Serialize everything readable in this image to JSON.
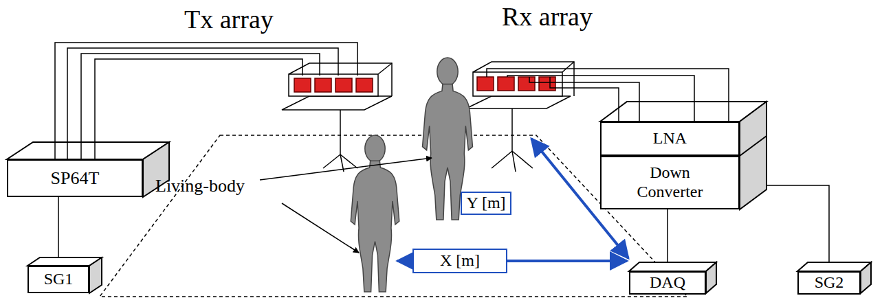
{
  "diagram": {
    "nodes": [
      {
        "text": [
          "SP64T"
        ]
      },
      {
        "text": [
          "SG1"
        ]
      },
      {
        "text": [
          "LNA"
        ]
      },
      {
        "text": [
          "Down Converter"
        ]
      },
      {
        "text": [
          "DAQ"
        ]
      },
      {
        "text": [
          "SG2"
        ]
      },
      {
        "text": [
          "Y [m]"
        ]
      },
      {
        "text": [
          "X [m]"
        ]
      }
    ],
    "edges": [
      {
        "from": 0,
        "to": 1,
        "arrow": "none"
      },
      {
        "from": 3,
        "to": 4,
        "arrow": "none"
      },
      {
        "from": 3,
        "to": 5,
        "arrow": "none"
      }
    ],
    "labels": [
      "Tx array",
      "Rx array",
      "Living-body"
    ]
  }
}
